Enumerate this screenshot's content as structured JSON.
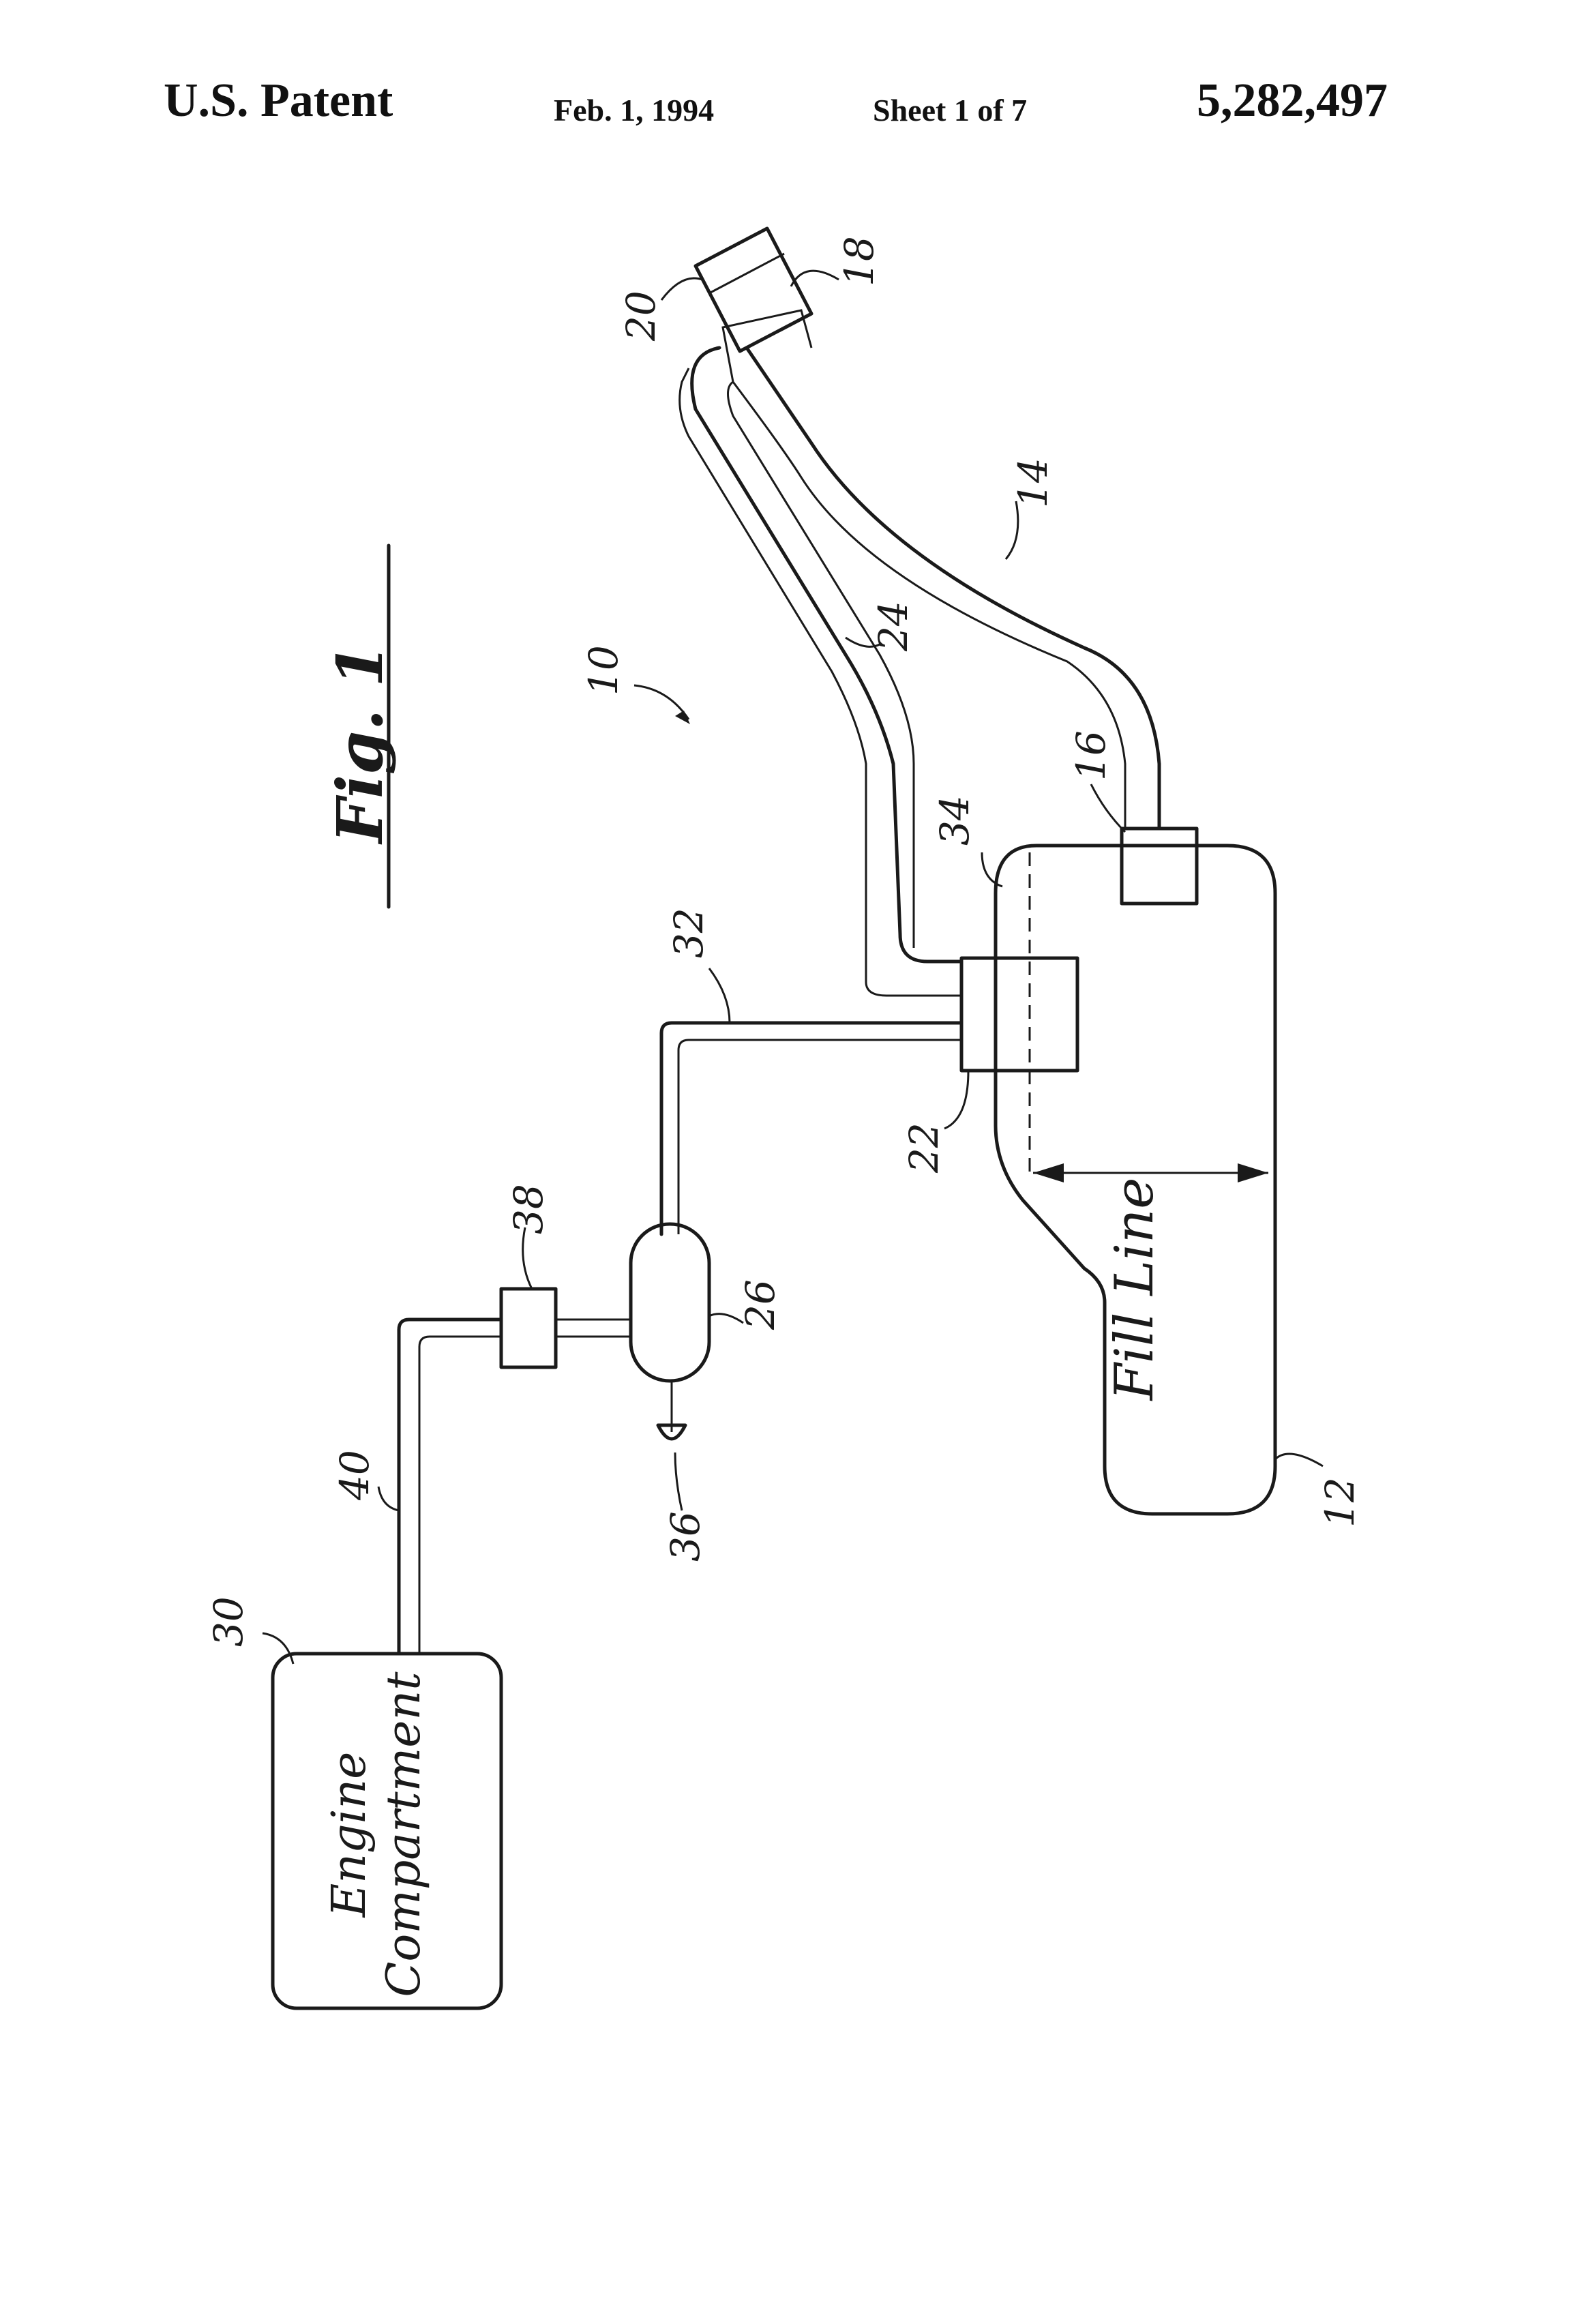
{
  "header": {
    "patent_label": "U.S. Patent",
    "date": "Feb. 1, 1994",
    "sheet": "Sheet 1 of 7",
    "patent_number": "5,282,497"
  },
  "figure": {
    "label": "Fig. 1"
  },
  "components": {
    "engine_compartment_line1": "Engine",
    "engine_compartment_line2": "Compartment",
    "fill_line": "Fill Line"
  },
  "reference_numerals": {
    "system": "10",
    "tank": "12",
    "filler_neck": "14",
    "neck_connector": "16",
    "nozzle_insert": "18",
    "nozzle_end": "20",
    "valve_housing": "22",
    "vent_line": "24",
    "canister": "26",
    "engine": "30",
    "canister_line": "32",
    "tank_top": "34",
    "drain": "36",
    "purge_valve": "38",
    "purge_line": "40"
  }
}
